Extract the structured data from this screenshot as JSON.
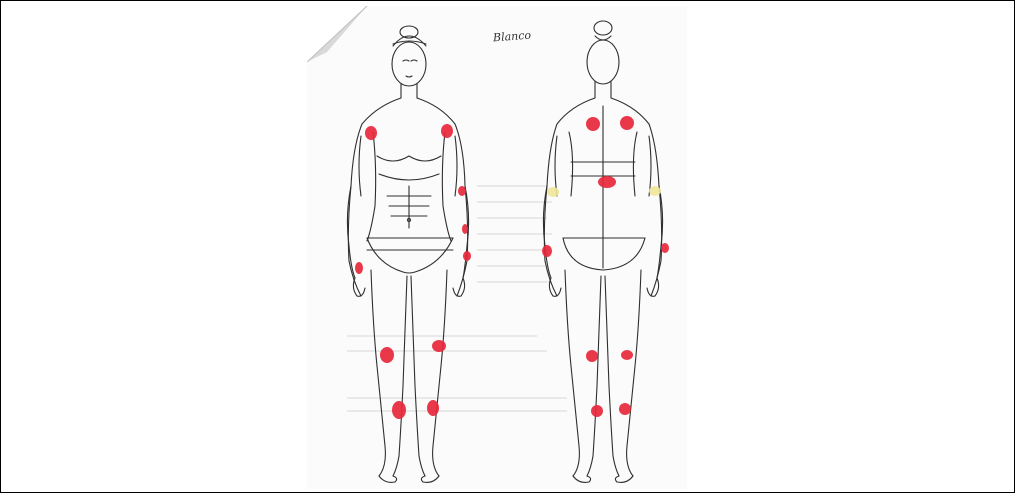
{
  "document": {
    "handwritten_label": "Blanco",
    "colors": {
      "pain_marker": "#e8283c",
      "secondary_marker": "#efe59a",
      "line_art": "#2f2f2f",
      "paper": "#fbfbfb",
      "faint_text": "#c9c9c9"
    }
  },
  "figures": {
    "front": {
      "view": "anterior"
    },
    "back": {
      "view": "posterior"
    }
  }
}
